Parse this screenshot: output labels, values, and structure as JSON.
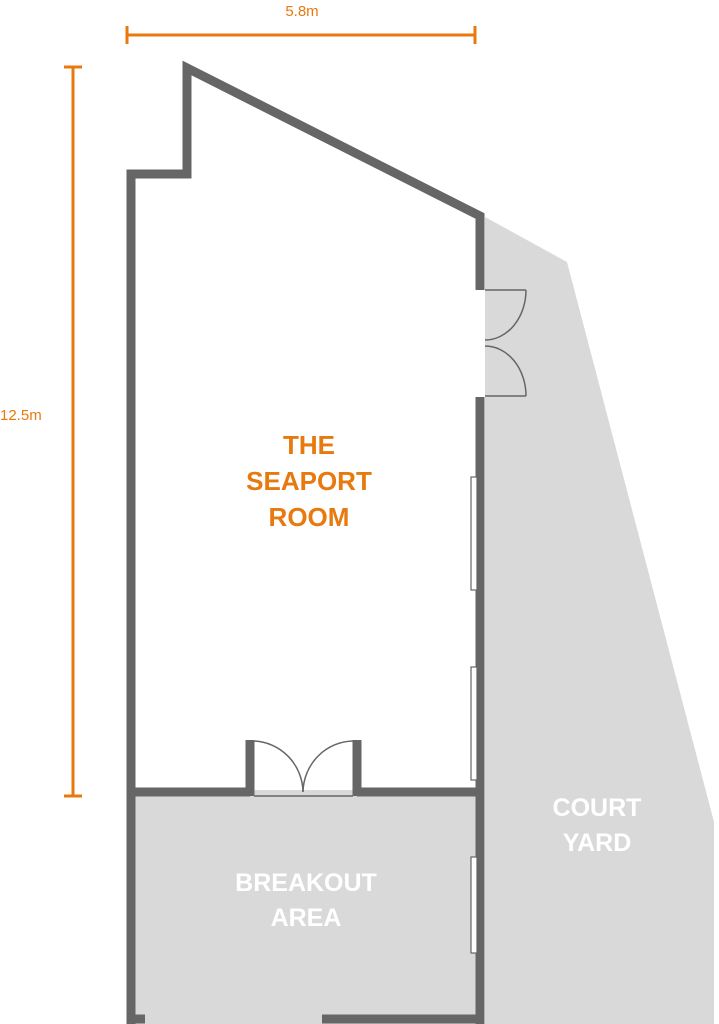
{
  "dimensions": {
    "width": "5.8m",
    "height": "12.5m"
  },
  "rooms": {
    "seaport": {
      "line1": "THE",
      "line2": "SEAPORT",
      "line3": "ROOM"
    },
    "courtyard": {
      "line1": "COURT",
      "line2": "YARD"
    },
    "breakout": {
      "line1": "BREAKOUT",
      "line2": "AREA"
    }
  },
  "colors": {
    "accent": "#E8790F",
    "wall": "#666666",
    "outdoor_fill": "#D9D9D9",
    "area_label": "#FFFFFF"
  }
}
